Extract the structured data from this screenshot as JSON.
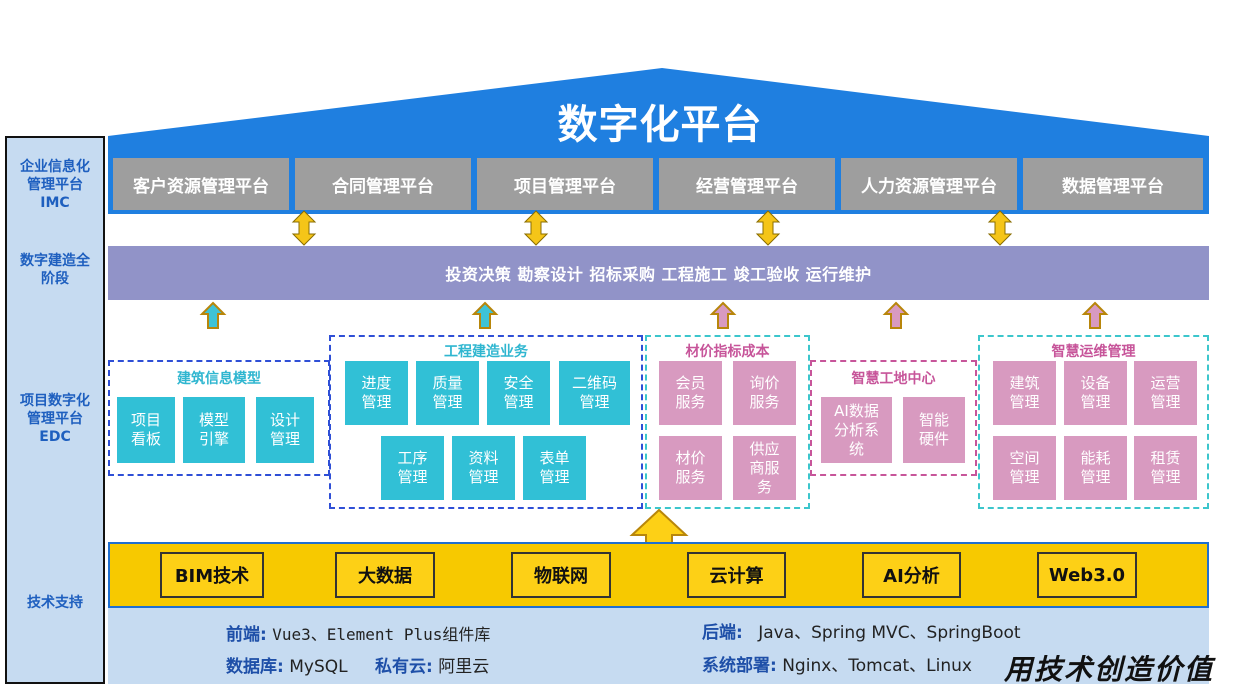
{
  "side_labels": {
    "imc": [
      "企业信息化",
      "管理平台",
      "IMC"
    ],
    "stage": [
      "数字建造全",
      "阶段"
    ],
    "edc": [
      "项目数字化",
      "管理平台",
      "EDC"
    ],
    "tech": "技术支持"
  },
  "roof_title": "数字化平台",
  "imc_platforms": [
    "客户资源管理平台",
    "合同管理平台",
    "项目管理平台",
    "经营管理平台",
    "人力资源管理平台",
    "数据管理平台"
  ],
  "stage_text": "投资决策 勘察设计 招标采购 工程施工 竣工验收 运行维护",
  "groups": {
    "bim": {
      "title": "建筑信息模型",
      "tiles": [
        [
          "项目",
          "看板"
        ],
        [
          "模型",
          "引擎"
        ],
        [
          "设计",
          "管理"
        ]
      ]
    },
    "construction": {
      "title": "工程建造业务",
      "tiles": [
        [
          "进度",
          "管理"
        ],
        [
          "质量",
          "管理"
        ],
        [
          "安全",
          "管理"
        ],
        [
          "二维码",
          "管理"
        ],
        [
          "工序",
          "管理"
        ],
        [
          "资料",
          "管理"
        ],
        [
          "表单",
          "管理"
        ]
      ]
    },
    "material": {
      "title": "材价指标成本",
      "tiles": [
        [
          "会员",
          "服务"
        ],
        [
          "询价",
          "服务"
        ],
        [
          "材价",
          "服务"
        ],
        [
          "供应",
          "商服",
          "务"
        ]
      ]
    },
    "site": {
      "title": "智慧工地中心",
      "tiles": [
        [
          "AI数据",
          "分析系",
          "统"
        ],
        [
          "智能",
          "硬件"
        ]
      ]
    },
    "ops": {
      "title": "智慧运维管理",
      "tiles": [
        [
          "建筑",
          "管理"
        ],
        [
          "设备",
          "管理"
        ],
        [
          "运营",
          "管理"
        ],
        [
          "空间",
          "管理"
        ],
        [
          "能耗",
          "管理"
        ],
        [
          "租赁",
          "管理"
        ]
      ]
    }
  },
  "tech_items": [
    "BIM技术",
    "大数据",
    "物联网",
    "云计算",
    "AI分析",
    "Web3.0"
  ],
  "bottom": {
    "frontend_label": "前端:",
    "frontend_value": "Vue3、Element Plus组件库",
    "backend_label": "后端:",
    "backend_value": "Java、Spring MVC、SpringBoot",
    "db_label": "数据库:",
    "db_value": "MySQL",
    "cloud_label": "私有云:",
    "cloud_value": "阿里云",
    "deploy_label": "系统部署:",
    "deploy_value": "Nginx、Tomcat、Linux"
  },
  "watermark": "用技术创造价值",
  "colors": {
    "roof": "#1f7fe0",
    "imc_tile": "#9e9e9e",
    "stage": "#9193c8",
    "teal": "#31c0d6",
    "pink": "#d89ac0",
    "tech": "#fdd016",
    "side_bg": "#c6dbf1"
  }
}
